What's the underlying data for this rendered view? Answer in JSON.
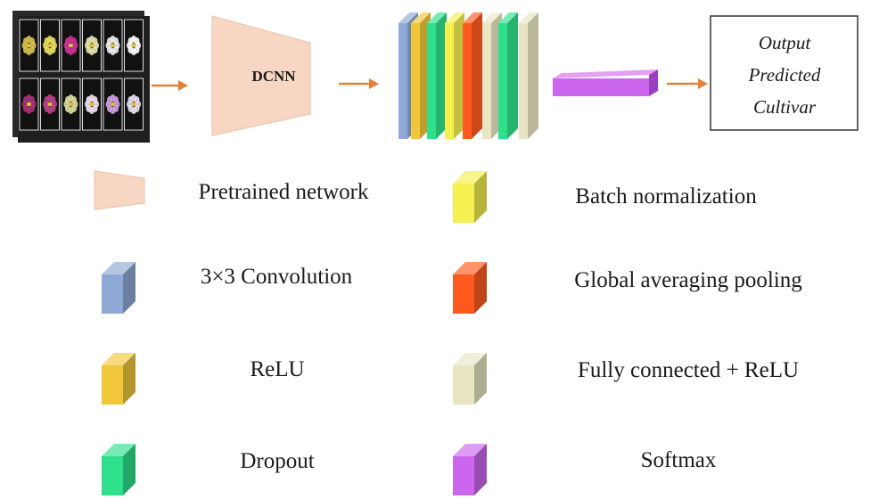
{
  "pipeline": {
    "dcnn_label": "DCNN",
    "output_lines": [
      "Output",
      "Predicted",
      "Cultivar"
    ]
  },
  "colors": {
    "pretrained": "#f7d7c4",
    "conv": "#8fa9d6",
    "relu": "#f0c63a",
    "dropout": "#2ee08a",
    "batchnorm": "#f4f050",
    "gap": "#ff5a1f",
    "fc_relu": "#e8e6c2",
    "softmax": "#cc66ee",
    "arrow": "#e0823a"
  },
  "legend": [
    {
      "key": "pretrained",
      "label": "Pretrained network",
      "icon": "trapezoid-icon"
    },
    {
      "key": "conv",
      "label": "3×3 Convolution",
      "icon": "conv-block-icon"
    },
    {
      "key": "relu",
      "label": "ReLU",
      "icon": "relu-block-icon"
    },
    {
      "key": "dropout",
      "label": "Dropout",
      "icon": "dropout-block-icon"
    },
    {
      "key": "batchnorm",
      "label": "Batch normalization",
      "icon": "batchnorm-block-icon"
    },
    {
      "key": "gap",
      "label": "Global averaging pooling",
      "icon": "gap-block-icon"
    },
    {
      "key": "fc_relu",
      "label": "Fully connected + ReLU",
      "icon": "fc-relu-block-icon"
    },
    {
      "key": "softmax",
      "label": "Softmax",
      "icon": "softmax-block-icon"
    }
  ]
}
